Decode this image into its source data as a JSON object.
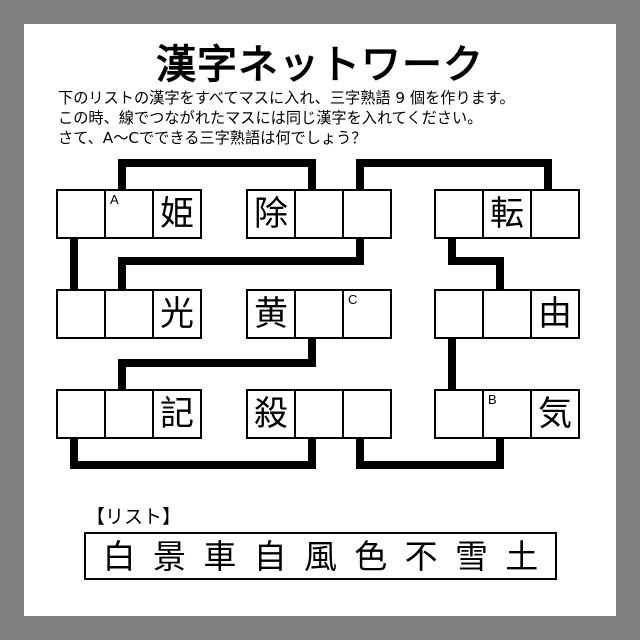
{
  "page": {
    "title": "漢字ネットワーク",
    "border_color": "#808080",
    "background_color": "#ffffff",
    "ink_color": "#000000"
  },
  "instructions": [
    "下のリストの漢字をすべてマスに入れ、三字熟語 9 個を作ります。",
    "この時、線でつながれたマスには同じ漢字を入れてください。",
    "さて、A〜Cでできる三字熟語は何でしょう？"
  ],
  "grid": {
    "rows": 3,
    "groups_per_row": 3,
    "cells_per_group": 3,
    "cells": [
      {
        "row": 1,
        "group": 1,
        "index": 1,
        "kanji": "",
        "mark": ""
      },
      {
        "row": 1,
        "group": 1,
        "index": 2,
        "kanji": "",
        "mark": "A"
      },
      {
        "row": 1,
        "group": 1,
        "index": 3,
        "kanji": "姫",
        "mark": ""
      },
      {
        "row": 1,
        "group": 2,
        "index": 1,
        "kanji": "除",
        "mark": ""
      },
      {
        "row": 1,
        "group": 2,
        "index": 2,
        "kanji": "",
        "mark": ""
      },
      {
        "row": 1,
        "group": 2,
        "index": 3,
        "kanji": "",
        "mark": ""
      },
      {
        "row": 1,
        "group": 3,
        "index": 1,
        "kanji": "",
        "mark": ""
      },
      {
        "row": 1,
        "group": 3,
        "index": 2,
        "kanji": "転",
        "mark": ""
      },
      {
        "row": 1,
        "group": 3,
        "index": 3,
        "kanji": "",
        "mark": ""
      },
      {
        "row": 2,
        "group": 1,
        "index": 1,
        "kanji": "",
        "mark": ""
      },
      {
        "row": 2,
        "group": 1,
        "index": 2,
        "kanji": "",
        "mark": ""
      },
      {
        "row": 2,
        "group": 1,
        "index": 3,
        "kanji": "光",
        "mark": ""
      },
      {
        "row": 2,
        "group": 2,
        "index": 1,
        "kanji": "黄",
        "mark": ""
      },
      {
        "row": 2,
        "group": 2,
        "index": 2,
        "kanji": "",
        "mark": ""
      },
      {
        "row": 2,
        "group": 2,
        "index": 3,
        "kanji": "",
        "mark": "C"
      },
      {
        "row": 2,
        "group": 3,
        "index": 1,
        "kanji": "",
        "mark": ""
      },
      {
        "row": 2,
        "group": 3,
        "index": 2,
        "kanji": "",
        "mark": ""
      },
      {
        "row": 2,
        "group": 3,
        "index": 3,
        "kanji": "由",
        "mark": ""
      },
      {
        "row": 3,
        "group": 1,
        "index": 1,
        "kanji": "",
        "mark": ""
      },
      {
        "row": 3,
        "group": 1,
        "index": 2,
        "kanji": "",
        "mark": ""
      },
      {
        "row": 3,
        "group": 1,
        "index": 3,
        "kanji": "記",
        "mark": ""
      },
      {
        "row": 3,
        "group": 2,
        "index": 1,
        "kanji": "殺",
        "mark": ""
      },
      {
        "row": 3,
        "group": 2,
        "index": 2,
        "kanji": "",
        "mark": ""
      },
      {
        "row": 3,
        "group": 2,
        "index": 3,
        "kanji": "",
        "mark": ""
      },
      {
        "row": 3,
        "group": 3,
        "index": 1,
        "kanji": "",
        "mark": ""
      },
      {
        "row": 3,
        "group": 3,
        "index": 2,
        "kanji": "",
        "mark": "B"
      },
      {
        "row": 3,
        "group": 3,
        "index": 3,
        "kanji": "気",
        "mark": ""
      }
    ],
    "marked_cells": [
      "A",
      "B",
      "C"
    ]
  },
  "list": {
    "label": "【リスト】",
    "items": [
      "白",
      "景",
      "車",
      "自",
      "風",
      "色",
      "不",
      "雪",
      "土"
    ]
  }
}
